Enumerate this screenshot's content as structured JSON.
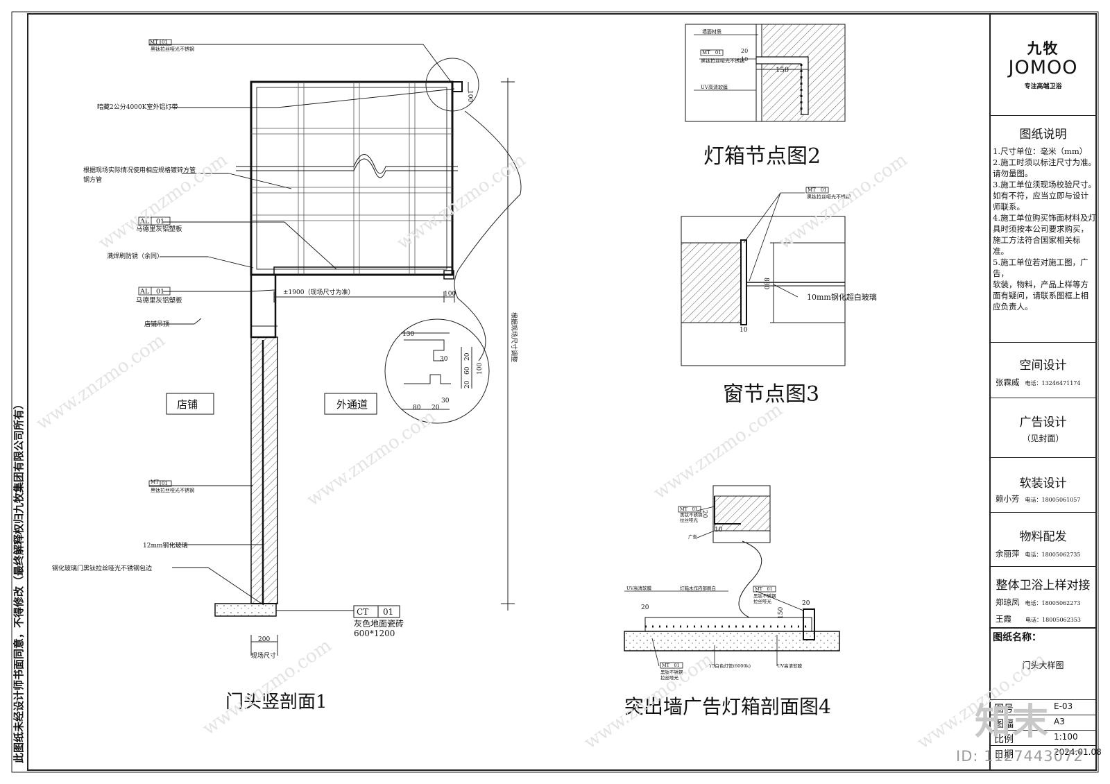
{
  "sheet": {
    "side_note": "此图纸未经设计师书面同意，不得修改（最终解释权归九牧集团有限公司所有）"
  },
  "drawing1": {
    "title": "门头竖剖面1",
    "room_left": "店铺",
    "room_right": "外通道",
    "notes": {
      "mt_top": "黑钛拉丝哑光不锈钢",
      "led": "暗藏2公分4000K室外铝灯带",
      "steel": "根据现场实际情况使用相应规格镀锌方管",
      "al1": "马德里灰铝塑板",
      "weld": "满焊刷防锈（余同）",
      "al2": "马德里灰铝塑板",
      "ceiling": "店铺吊顶",
      "mt_mid": "黑钛拉丝哑光不锈钢",
      "glass": "12mm钢化玻璃",
      "door": "钢化玻璃门黑钛拉丝哑光不锈钢包边",
      "ct_desc": "灰色地面瓷砖",
      "ct_size": "600*1200"
    },
    "tags": {
      "mt": "MT",
      "mt_no": "01",
      "al": "AL",
      "al_no": "01",
      "ct": "CT",
      "ct_no": "01"
    },
    "dims": {
      "span": "±1900（现场尺寸为准）",
      "d100a": "100",
      "d100b": "100",
      "height_note": "根据现场尺寸调整",
      "base200": "200",
      "base_note": "现场尺寸",
      "c130": "130",
      "c30": "30",
      "c60": "60",
      "c100": "100",
      "c20a": "20",
      "c20b": "20",
      "c80": "80",
      "c20c": "20",
      "c30b": "30"
    }
  },
  "drawing2": {
    "title": "灯箱节点图2",
    "wall": "墙面材质",
    "mt_desc": "黑钛拉丝哑光不锈钢",
    "uv": "UV高清软膜",
    "d150": "150",
    "d10": "10",
    "d20": "20"
  },
  "drawing3": {
    "title": "窗节点图3",
    "mt_desc": "黑钛拉丝哑光不锈钢",
    "glass": "10mm钢化超白玻璃",
    "d880": "880",
    "d10": "10"
  },
  "drawing4": {
    "title": "突出墙广告灯箱剖面图4",
    "mt_desc1": "黑钛不锈钢",
    "mt_desc1b": "拉丝哑光",
    "ad": "广告",
    "uv_left": "UV高清软膜",
    "inner": "灯箱木作内部刷白",
    "mt_desc2": "黑钛不锈钢",
    "mt_desc2b": "拉丝哑光",
    "mt_desc3": "黑钛不锈钢",
    "mt_desc3b": "拉丝哑光",
    "t5": "T5白色灯管(6000k)",
    "uv_bottom": "UV高清软膜",
    "d20a": "20",
    "d20b": "20",
    "d10": "10",
    "d20c": "20",
    "d150": "150"
  },
  "titleblock": {
    "logo_cn": "九牧",
    "logo_en": "JOMOO",
    "logo_tag": "专注高端卫浴",
    "notes_title": "图纸说明",
    "notes": [
      "1.尺寸单位：毫米（mm）",
      "2.施工时须以标注尺寸为准。",
      "   请勿量图。",
      "3.施工单位须现场校验尺寸。",
      "   如有不符，应当立即与设计",
      "   师联系。",
      "4.施工单位购买饰面材料及灯",
      "   具时须按本公司要求购买，",
      "   施工方法符合国家相关标准。",
      "5.施工单位若对施工图，广告，",
      "   软装，物料，产品上样等方",
      "   面有疑问，请联系图框上相",
      "   应负责人。"
    ],
    "space": {
      "head": "空间设计",
      "name": "张霖威",
      "phone": "电话：13246471174"
    },
    "ad": {
      "head": "广告设计",
      "sub": "（见封面）"
    },
    "soft": {
      "head": "软装设计",
      "name": "赖小芳",
      "phone": "电话：18005061057"
    },
    "material": {
      "head": "物料配发",
      "name": "余丽萍",
      "phone": "电话：18005062735"
    },
    "bath": {
      "head": "整体卫浴上样对接",
      "p1_name": "郑琼凤",
      "p1_phone": "电话：18005062273",
      "p2_name": "王霞",
      "p2_phone": "电话：18005062353"
    },
    "drawing_name_label": "图纸名称：",
    "drawing_name": "门头大样图",
    "meta": [
      {
        "k": "图号",
        "v": "E-03"
      },
      {
        "k": "图幅",
        "v": "A3"
      },
      {
        "k": "比例",
        "v": "1:100"
      },
      {
        "k": "日期",
        "v": "2024.01.08"
      }
    ]
  },
  "watermark": {
    "site": "www.znzmo.com",
    "brand": "知末",
    "id": "ID: 1127443072"
  }
}
